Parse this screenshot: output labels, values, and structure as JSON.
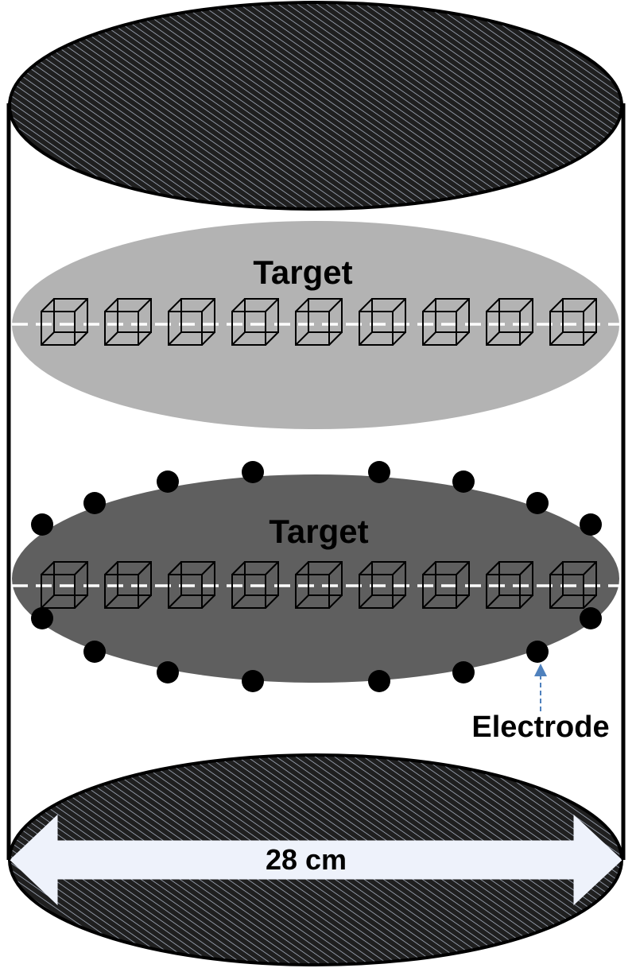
{
  "labels": {
    "target_upper": "Target",
    "target_lower": "Target",
    "electrode": "Electrode",
    "diameter": "28 cm"
  },
  "colors": {
    "outline": "#000000",
    "cap_fill": "#1f1f1f",
    "hatch_line": "#b9c3d6",
    "target_upper_fill": "#b3b3b3",
    "target_lower_fill": "#5f5f5f",
    "dashed_axis": "#ffffff",
    "electrode": "#000000",
    "electrode_arrow": "#4f81bd",
    "dimension_arrow": "#eef2fb"
  },
  "counts": {
    "cubes_per_target": 9,
    "electrodes": 16
  }
}
